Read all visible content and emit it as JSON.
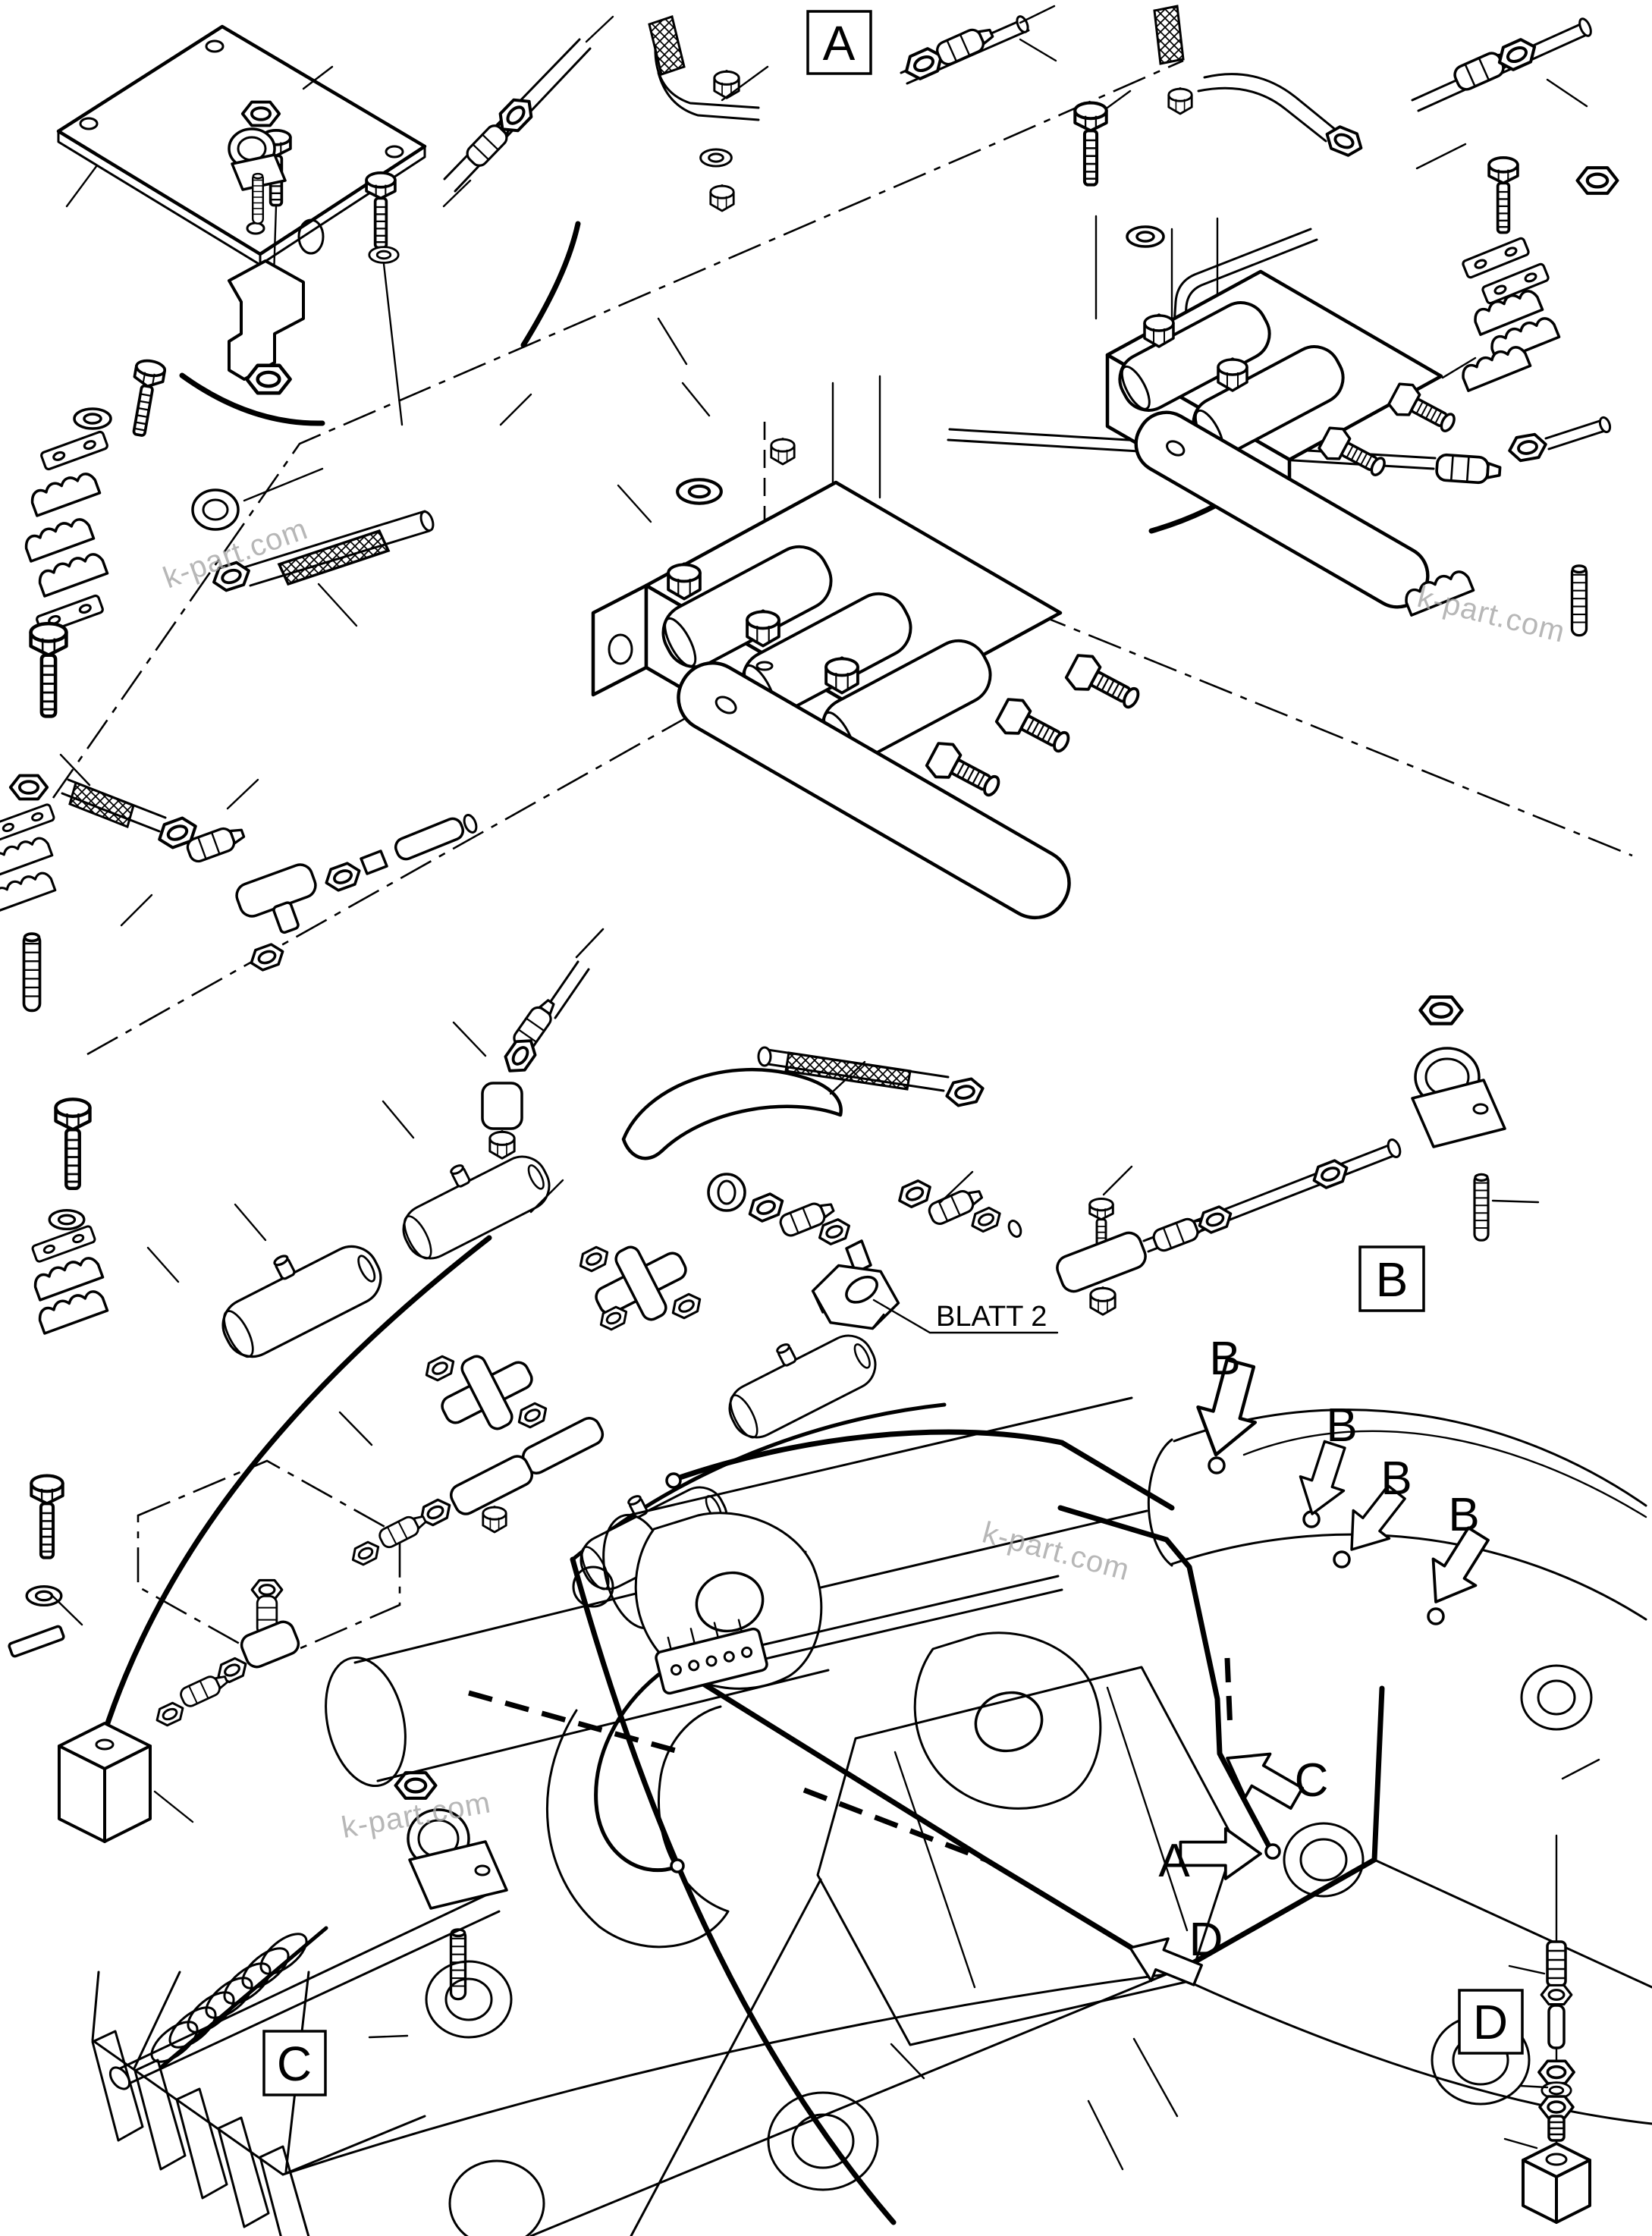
{
  "page": {
    "background": "#ffffff",
    "ink": "#000000",
    "watermark_color": "#a6a6a6",
    "type": "exploded-parts-diagram"
  },
  "section_boxes": {
    "a": {
      "label": "A"
    },
    "b": {
      "label": "B"
    },
    "c": {
      "label": "C"
    },
    "d": {
      "label": "D"
    }
  },
  "view_arrows": {
    "b1": {
      "label": "B"
    },
    "b2": {
      "label": "B"
    },
    "b3": {
      "label": "B"
    },
    "b4": {
      "label": "B"
    },
    "c": {
      "label": "C"
    },
    "a": {
      "label": "A"
    },
    "d": {
      "label": "D"
    }
  },
  "callouts": {
    "blatt2": {
      "label": "BLATT 2"
    }
  },
  "watermarks": {
    "w1": {
      "text": "k-part.com"
    },
    "w2": {
      "text": "k-part.com"
    },
    "w3": {
      "text": "k-part.com"
    },
    "w4": {
      "text": "k-part.com"
    }
  }
}
